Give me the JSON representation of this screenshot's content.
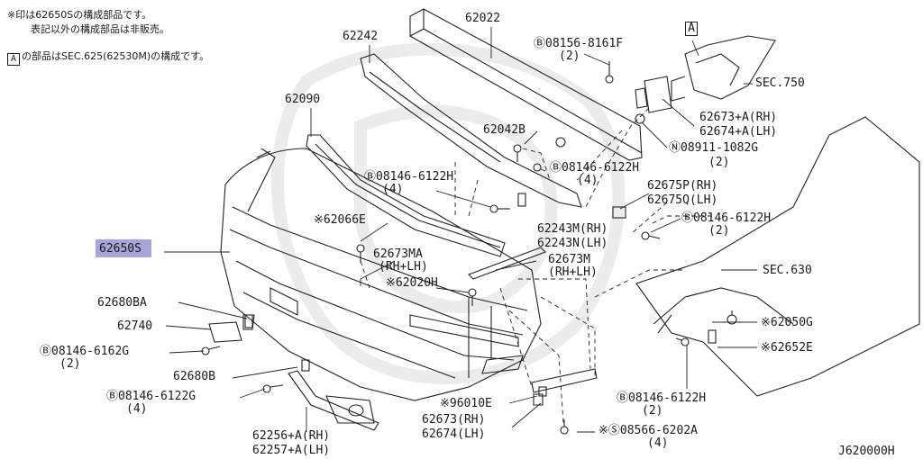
{
  "notes": {
    "line1": "※印は62650Sの構成部品です。",
    "line2": "表記以外の構成部品は非販売。",
    "line3": "の部品はSEC.625(62530M)の構成です。",
    "boxed_letter": "A"
  },
  "callouts": {
    "p62022": "62022",
    "p62242": "62242",
    "p62090": "62090",
    "p62650s": "62650S",
    "b08156": "Ⓑ08156-8161F",
    "b08156_qty": "(2)",
    "sec750": "SEC.750",
    "boxA_top": "A",
    "p62673a": "62673+A(RH)",
    "p62674a": "62674+A(LH)",
    "p62042b": "62042B",
    "n08911": "Ⓝ08911-1082G",
    "n08911_qty": "(2)",
    "b08146_a": "Ⓑ08146-6122H",
    "b08146_a_qty": "(4)",
    "b08146_b": "Ⓑ08146-6122H",
    "b08146_b_qty": "(4)",
    "p62675p": "62675P(RH)",
    "p62675q": "62675Q(LH)",
    "p62066e": "※62066E",
    "p62243m": "62243M(RH)",
    "p62243n": "62243N(LH)",
    "b08146_c": "Ⓑ08146-6122H",
    "b08146_c_qty": "(2)",
    "p62673ma": "62673MA",
    "p62673ma_sub": "(RH+LH)",
    "p62673m": "62673M",
    "p62673m_sub": "(RH+LH)",
    "p62020h": "※62020H",
    "sec630": "SEC.630",
    "p62680ba": "62680BA",
    "p62740": "62740",
    "b08146_6162g": "Ⓑ08146-6162G",
    "b08146_6162g_qty": "(2)",
    "p62050g": "※62050G",
    "p62652e": "※62652E",
    "p62680b": "62680B",
    "b08146_6122g": "Ⓑ08146-6122G",
    "b08146_6122g_qty": "(4)",
    "p96010e": "※96010E",
    "b08146_d": "Ⓑ08146-6122H",
    "b08146_d_qty": "(2)",
    "p62673rh": "62673(RH)",
    "p62674lh": "62674(LH)",
    "s08566": "※Ⓢ08566-6202A",
    "s08566_qty": "(4)",
    "p62256a": "62256+A(RH)",
    "p62257a": "62257+A(LH)",
    "code": "J620000H"
  },
  "highlight_color": "#a6a6d8"
}
